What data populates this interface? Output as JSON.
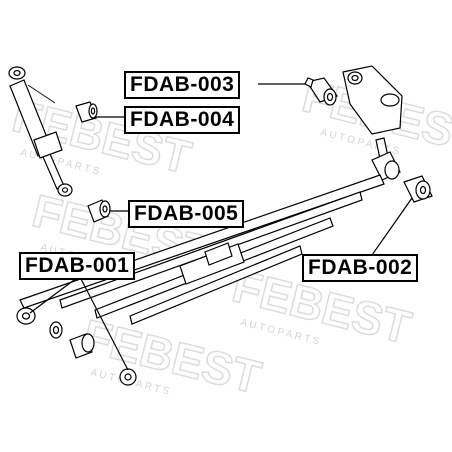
{
  "watermark": {
    "brand": "FEBEST",
    "tagline": "A U T O   P A R T S"
  },
  "labels": {
    "fdab_003": "FDAB-003",
    "fdab_004": "FDAB-004",
    "fdab_005": "FDAB-005",
    "fdab_001": "FDAB-001",
    "fdab_002": "FDAB-002"
  },
  "colors": {
    "line": "#000000",
    "watermark": "#e2e2e2",
    "background": "#ffffff"
  }
}
